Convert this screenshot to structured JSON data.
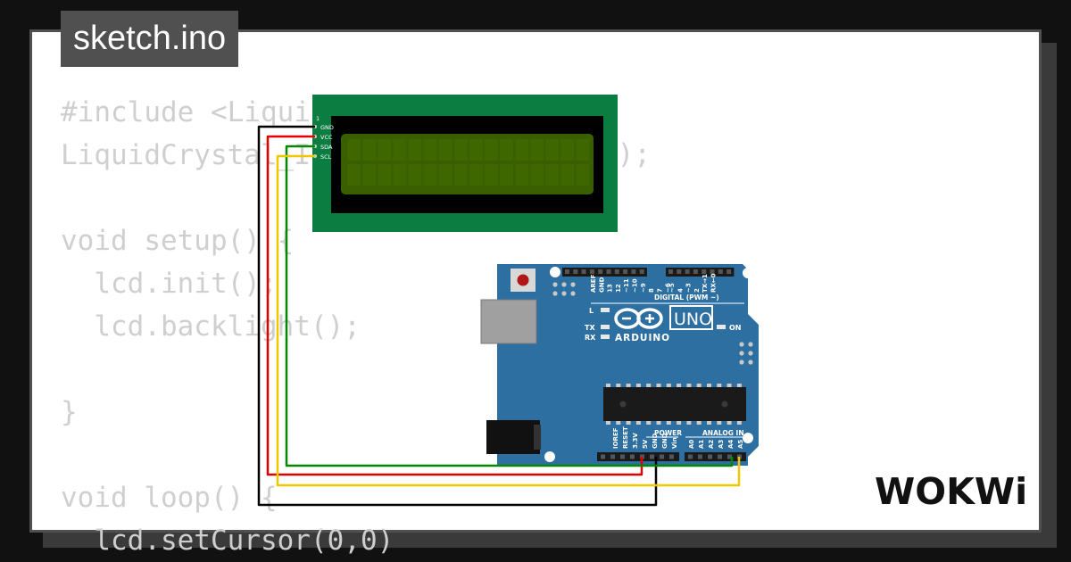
{
  "tab": {
    "filename": "sketch.ino"
  },
  "code_lines": [
    "#include <Liqui",
    "LiquidCrystal_I",
    "",
    "void setup() {",
    "  lcd.init();",
    "  lcd.backlight();",
    "",
    "}",
    "",
    "void loop() {",
    "  lcd.setCursor(0,0)"
  ],
  "code_fragments": {
    "lcd_ctor_tail": "2);"
  },
  "lcd": {
    "pins": [
      "1",
      "GND",
      "VCC",
      "SDA",
      "SCL"
    ],
    "pcb_color": "#0b7d40",
    "screen_color": "#3a5f00"
  },
  "arduino": {
    "logo_text": "ARDUINO",
    "model": "UNO",
    "digital_header_label": "DIGITAL (PWM ~)",
    "digital_pins": [
      "AREF",
      "GND",
      "13",
      "12",
      "~11",
      "~10",
      "~9",
      "8",
      "7",
      "~6",
      "~5",
      "4",
      "~3",
      "2",
      "TX→1",
      "RX←0"
    ],
    "led_labels": [
      "L",
      "TX",
      "RX",
      "ON"
    ],
    "power_label": "POWER",
    "power_pins": [
      "IOREF",
      "RESET",
      "3.3V",
      "5V",
      "GND",
      "GND",
      "Vin"
    ],
    "analog_label": "ANALOG IN",
    "analog_pins": [
      "A0",
      "A1",
      "A2",
      "A3",
      "A4",
      "A5"
    ],
    "board_color": "#2d6fa0"
  },
  "wires": [
    {
      "name": "gnd-wire",
      "color": "#000000"
    },
    {
      "name": "vcc-wire",
      "color": "#e00000"
    },
    {
      "name": "sda-wire",
      "color": "#008800"
    },
    {
      "name": "scl-wire",
      "color": "#f0c800"
    }
  ],
  "brand": {
    "logo_text": "WOKWi"
  }
}
